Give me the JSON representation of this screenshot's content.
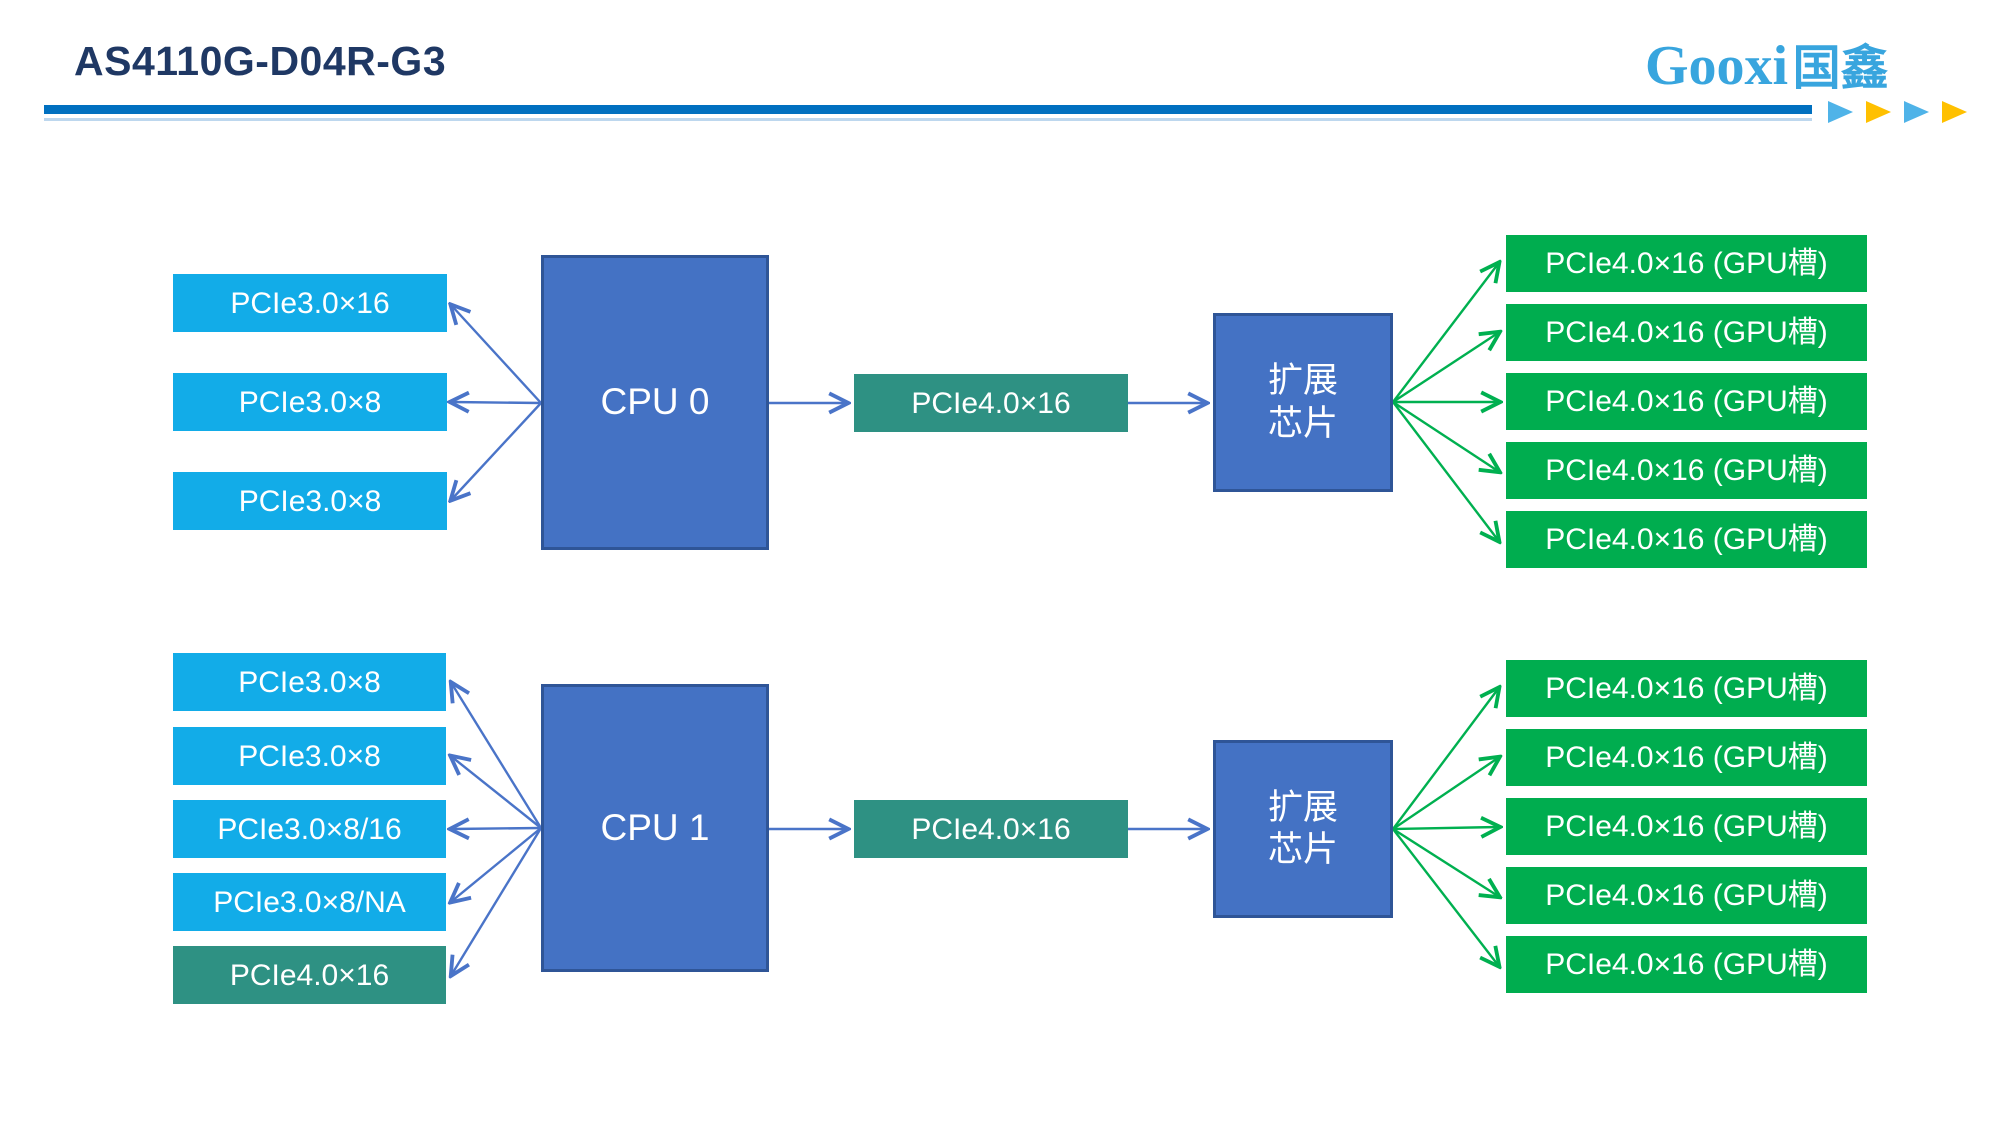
{
  "header": {
    "title": "AS4110G-D04R-G3",
    "logo": {
      "latin": "Gooxi",
      "cjk": "国鑫"
    }
  },
  "colors": {
    "light_blue": "#12ACE8",
    "teal": "#2E9183",
    "green": "#00AD4F",
    "cpu_blue": "#4472C4",
    "cpu_border": "#2F5597",
    "arrow_blue": "#4A74C8",
    "arrow_green": "#00B050",
    "title_navy": "#1F3864",
    "rule_blue": "#0070C0",
    "rule_light": "#BDD7EE",
    "logo_blue": "#38A5DE",
    "triangle_blue": "#4FB3E8",
    "triangle_orange": "#FFC000",
    "text_white": "#FFFFFF"
  },
  "clusters": [
    {
      "cpu_label": "CPU 0",
      "left_slots": [
        "PCIe3.0×16",
        "PCIe3.0×8",
        "PCIe3.0×8"
      ],
      "uplink_label": "PCIe4.0×16",
      "expander_line1": "扩展",
      "expander_line2": "芯片",
      "gpu_slots": [
        "PCIe4.0×16 (GPU槽)",
        "PCIe4.0×16 (GPU槽)",
        "PCIe4.0×16 (GPU槽)",
        "PCIe4.0×16 (GPU槽)",
        "PCIe4.0×16 (GPU槽)"
      ]
    },
    {
      "cpu_label": "CPU 1",
      "left_slots": [
        "PCIe3.0×8",
        "PCIe3.0×8",
        "PCIe3.0×8/16",
        "PCIe3.0×8/NA",
        "PCIe4.0×16"
      ],
      "uplink_label": "PCIe4.0×16",
      "expander_line1": "扩展",
      "expander_line2": "芯片",
      "gpu_slots": [
        "PCIe4.0×16 (GPU槽)",
        "PCIe4.0×16 (GPU槽)",
        "PCIe4.0×16 (GPU槽)",
        "PCIe4.0×16 (GPU槽)",
        "PCIe4.0×16 (GPU槽)"
      ]
    }
  ]
}
